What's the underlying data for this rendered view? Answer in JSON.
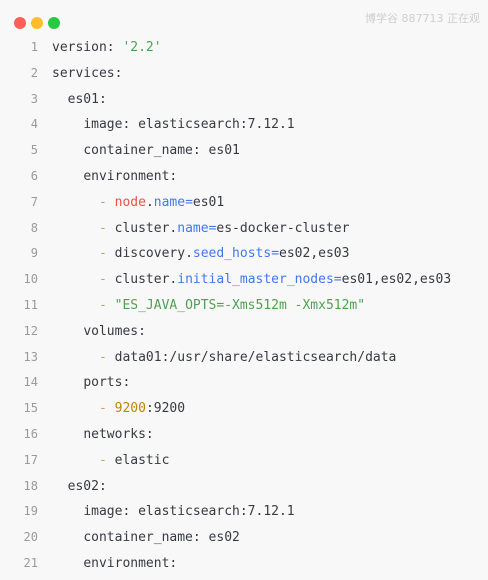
{
  "window": {
    "traffic_lights": [
      "close",
      "minimize",
      "maximize"
    ],
    "watermark": "博学谷 887713 正在观"
  },
  "colors": {
    "text": "#383a42",
    "string": "#50a14f",
    "number": "#c18401",
    "dash": "#d19a66",
    "key_red": "#e45649",
    "key_blue": "#4078f2",
    "line_number": "#9a9a9a"
  },
  "code": {
    "lines": [
      {
        "n": "1",
        "indent": 0,
        "tokens": [
          {
            "t": "version: ",
            "c": "text"
          },
          {
            "t": "'2.2'",
            "c": "str"
          }
        ]
      },
      {
        "n": "2",
        "indent": 0,
        "tokens": [
          {
            "t": "services:",
            "c": "text"
          }
        ]
      },
      {
        "n": "3",
        "indent": 2,
        "tokens": [
          {
            "t": "es01:",
            "c": "text"
          }
        ]
      },
      {
        "n": "4",
        "indent": 4,
        "tokens": [
          {
            "t": "image: elasticsearch:7.12.1",
            "c": "text"
          }
        ]
      },
      {
        "n": "5",
        "indent": 4,
        "tokens": [
          {
            "t": "container_name: es01",
            "c": "text"
          }
        ]
      },
      {
        "n": "6",
        "indent": 4,
        "tokens": [
          {
            "t": "environment:",
            "c": "text"
          }
        ]
      },
      {
        "n": "7",
        "indent": 6,
        "tokens": [
          {
            "t": "- ",
            "c": "dash"
          },
          {
            "t": "node",
            "c": "red"
          },
          {
            "t": ".",
            "c": "text"
          },
          {
            "t": "name",
            "c": "blue"
          },
          {
            "t": "=",
            "c": "blue"
          },
          {
            "t": "es01",
            "c": "text"
          }
        ]
      },
      {
        "n": "8",
        "indent": 6,
        "tokens": [
          {
            "t": "- ",
            "c": "dash"
          },
          {
            "t": "cluster",
            "c": "text"
          },
          {
            "t": ".",
            "c": "text"
          },
          {
            "t": "name",
            "c": "blue"
          },
          {
            "t": "=",
            "c": "blue"
          },
          {
            "t": "es-docker-cluster",
            "c": "text"
          }
        ]
      },
      {
        "n": "9",
        "indent": 6,
        "tokens": [
          {
            "t": "- ",
            "c": "dash"
          },
          {
            "t": "discovery",
            "c": "text"
          },
          {
            "t": ".",
            "c": "text"
          },
          {
            "t": "seed_hosts",
            "c": "blue"
          },
          {
            "t": "=",
            "c": "blue"
          },
          {
            "t": "es02,es03",
            "c": "text"
          }
        ]
      },
      {
        "n": "10",
        "indent": 6,
        "tokens": [
          {
            "t": "- ",
            "c": "dash"
          },
          {
            "t": "cluster",
            "c": "text"
          },
          {
            "t": ".",
            "c": "text"
          },
          {
            "t": "initial_master_nodes",
            "c": "blue"
          },
          {
            "t": "=",
            "c": "blue"
          },
          {
            "t": "es01,es02,es03",
            "c": "text"
          }
        ]
      },
      {
        "n": "11",
        "indent": 6,
        "tokens": [
          {
            "t": "- ",
            "c": "dash"
          },
          {
            "t": "\"ES_JAVA_OPTS=-Xms512m -Xmx512m\"",
            "c": "str"
          }
        ]
      },
      {
        "n": "12",
        "indent": 4,
        "tokens": [
          {
            "t": "volumes:",
            "c": "text"
          }
        ]
      },
      {
        "n": "13",
        "indent": 6,
        "tokens": [
          {
            "t": "- ",
            "c": "dash"
          },
          {
            "t": "data01:/usr/share/elasticsearch/data",
            "c": "text"
          }
        ]
      },
      {
        "n": "14",
        "indent": 4,
        "tokens": [
          {
            "t": "ports:",
            "c": "text"
          }
        ]
      },
      {
        "n": "15",
        "indent": 6,
        "tokens": [
          {
            "t": "- ",
            "c": "dash"
          },
          {
            "t": "9200",
            "c": "num"
          },
          {
            "t": ":9200",
            "c": "text"
          }
        ]
      },
      {
        "n": "16",
        "indent": 4,
        "tokens": [
          {
            "t": "networks:",
            "c": "text"
          }
        ]
      },
      {
        "n": "17",
        "indent": 6,
        "tokens": [
          {
            "t": "- ",
            "c": "dash"
          },
          {
            "t": "elastic",
            "c": "text"
          }
        ]
      },
      {
        "n": "18",
        "indent": 2,
        "tokens": [
          {
            "t": "es02:",
            "c": "text"
          }
        ]
      },
      {
        "n": "19",
        "indent": 4,
        "tokens": [
          {
            "t": "image: elasticsearch:7.12.1",
            "c": "text"
          }
        ]
      },
      {
        "n": "20",
        "indent": 4,
        "tokens": [
          {
            "t": "container_name: es02",
            "c": "text"
          }
        ]
      },
      {
        "n": "21",
        "indent": 4,
        "tokens": [
          {
            "t": "environment:",
            "c": "text"
          }
        ]
      }
    ]
  }
}
